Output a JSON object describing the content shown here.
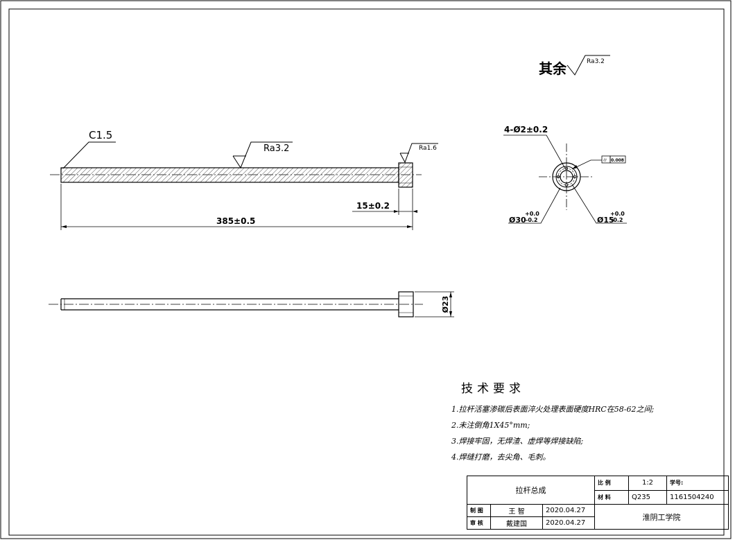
{
  "front_view": {
    "chamfer": "C1.5",
    "roughness_main": "Ra3.2",
    "roughness_end": "Ra1.6",
    "dim_length": "385±0.5",
    "dim_head": "15±0.2"
  },
  "default_roughness": {
    "label": "其余",
    "value": "Ra3.2"
  },
  "side_view": {
    "holes": "4-Ø2±0.2",
    "outer_diameter": "Ø30",
    "outer_tol_upper": "+0.0",
    "outer_tol_lower": "-0.2",
    "inner_diameter": "Ø15",
    "inner_tol_upper": "+0.0",
    "inner_tol_lower": "-0.2",
    "geometric_tolerance": "0.008"
  },
  "bottom_view": {
    "diameter": "Ø23"
  },
  "tech_requirements": {
    "title": "技术要求",
    "items": [
      "1.拉杆活塞渗碳后表面淬火处理表面硬度HRC在58-62之间;",
      "2.未注倒角1X45°mm;",
      "3.焊接牢固，无焊渣、虚焊等焊接缺陷;",
      "4.焊缝打磨，去尖角、毛刺。"
    ]
  },
  "title_block": {
    "part_name": "拉杆总成",
    "scale_label": "比 例",
    "scale_value": "1:2",
    "material_label": "材 料",
    "material_value": "Q235",
    "student_id_label": "学号:",
    "student_id_value": "1161504240",
    "drawn_label": "制 图",
    "drawn_by": "王 智",
    "drawn_date": "2020.04.27",
    "checked_label": "审 核",
    "checked_by": "戴建国",
    "checked_date": "2020.04.27",
    "school": "淮阴工学院"
  }
}
